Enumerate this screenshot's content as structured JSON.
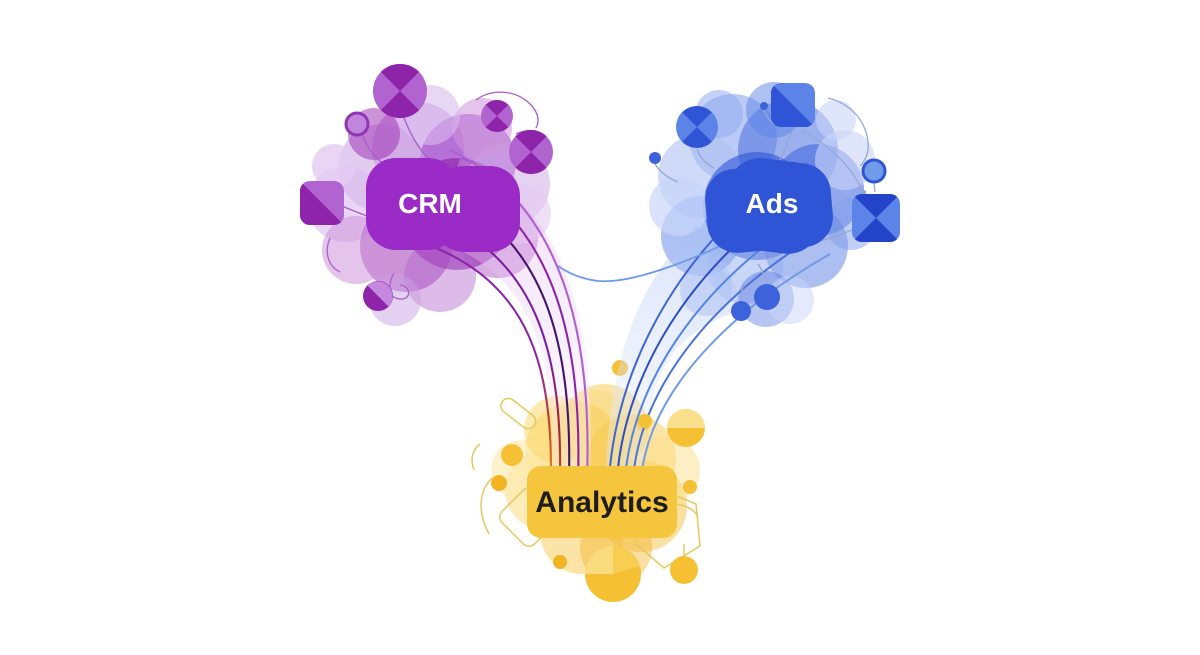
{
  "page": {
    "background": "#ffffff"
  },
  "nodes": {
    "crm": {
      "label": "CRM",
      "fill": "#9A2BC6",
      "text_color": "#FFFFFF"
    },
    "ads": {
      "label": "Ads",
      "fill": "#2F55D6",
      "text_color": "#FFFFFF"
    },
    "analytics": {
      "label": "Analytics",
      "fill": "#F6C53E",
      "text_color": "#1D1D1F"
    }
  },
  "palette": {
    "purple_accent": "#8E24AA",
    "purple_light": "#CE93D8",
    "blue_accent": "#3D63DC",
    "blue_light": "#93ADF0",
    "yellow_accent": "#F5C034",
    "line_orange_end": "#E8891F",
    "line_red_end": "#D2431F"
  },
  "icons": {
    "crm_satellites": [
      "pie-chart-icon",
      "ring-icon",
      "pie-chart-icon",
      "pie-chart-icon",
      "diamond-card-icon",
      "half-dot-icon"
    ],
    "ads_satellites": [
      "pie-chart-icon",
      "diamond-card-icon",
      "ring-icon",
      "quad-card-icon",
      "dot-icon",
      "dot-icon"
    ],
    "analytics_satellites": [
      "pie-chart-icon",
      "dot-icon",
      "outline-hexagon-icon",
      "outline-capsule-icon",
      "outline-diamond-icon"
    ]
  }
}
